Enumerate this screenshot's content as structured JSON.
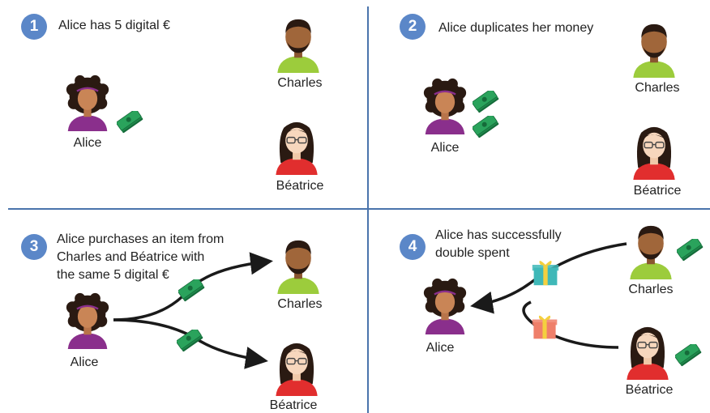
{
  "colors": {
    "divider": "#4a74ac",
    "badge": "#5b87c8",
    "alice_shirt": "#8a2f8c",
    "charles_shirt": "#9ccc3c",
    "beatrice_shirt": "#e12e2e",
    "money": "#1f8a4c",
    "arrow": "#1a1a1a"
  },
  "panels": [
    {
      "step": "1",
      "text": [
        "Alice has 5 digital €"
      ],
      "names": {
        "alice": "Alice",
        "charles": "Charles",
        "beatrice": "Béatrice"
      }
    },
    {
      "step": "2",
      "text": [
        "Alice duplicates her money"
      ],
      "names": {
        "alice": "Alice",
        "charles": "Charles",
        "beatrice": "Béatrice"
      }
    },
    {
      "step": "3",
      "text": [
        "Alice purchases an item from",
        "Charles and Béatrice with",
        "the same 5 digital €"
      ],
      "names": {
        "alice": "Alice",
        "charles": "Charles",
        "beatrice": "Béatrice"
      }
    },
    {
      "step": "4",
      "text": [
        "Alice has successfully",
        "double spent"
      ],
      "names": {
        "alice": "Alice",
        "charles": "Charles",
        "beatrice": "Béatrice"
      }
    }
  ],
  "icons": {
    "person": "person-icon",
    "money": "money-stack-icon",
    "gift": "gift-icon",
    "arrow": "curved-arrow"
  }
}
